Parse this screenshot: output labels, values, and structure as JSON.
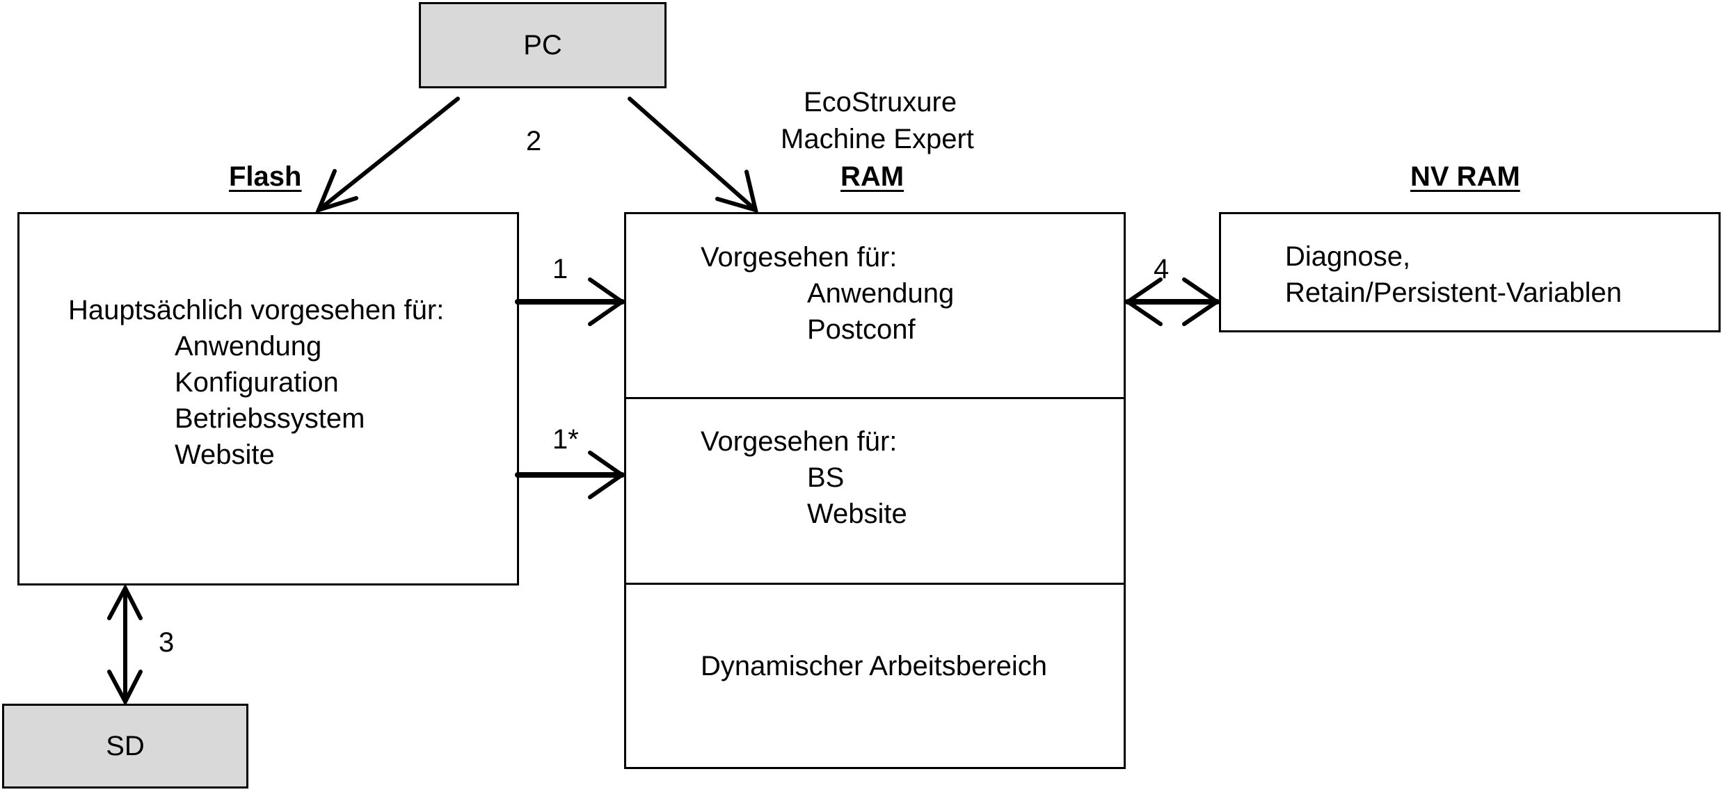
{
  "nodes": {
    "pc": {
      "label": "PC"
    },
    "sd": {
      "label": "SD"
    },
    "flash": {
      "heading": "Flash",
      "title": "Hauptsächlich vorgesehen für:",
      "items": [
        "Anwendung",
        "Konfiguration",
        "Betriebssystem",
        "Website"
      ]
    },
    "ram": {
      "caption_line1": "EcoStruxure",
      "caption_line2": "Machine Expert",
      "heading": "RAM",
      "sections": [
        {
          "title": "Vorgesehen für:",
          "items": [
            "Anwendung",
            "Postconf"
          ]
        },
        {
          "title": "Vorgesehen für:",
          "items": [
            "BS",
            "Website"
          ]
        },
        {
          "title": "Dynamischer Arbeitsbereich",
          "items": []
        }
      ]
    },
    "nvram": {
      "heading": "NV RAM",
      "lines": [
        "Diagnose,",
        "Retain/Persistent-Variablen"
      ]
    }
  },
  "edges": [
    {
      "id": "1",
      "label": "1",
      "from": "flash",
      "to": "ram.section1",
      "direction": "forward"
    },
    {
      "id": "1star",
      "label": "1*",
      "from": "flash",
      "to": "ram.section2",
      "direction": "forward"
    },
    {
      "id": "2",
      "label": "2",
      "from": "pc",
      "to": [
        "flash",
        "ram"
      ],
      "direction": "forward"
    },
    {
      "id": "3",
      "label": "3",
      "from": "flash",
      "to": "sd",
      "direction": "bidirectional"
    },
    {
      "id": "4",
      "label": "4",
      "from": "ram",
      "to": "nvram",
      "direction": "bidirectional"
    }
  ],
  "colors": {
    "device_fill": "#d9d9d9",
    "stroke": "#000000",
    "background": "#ffffff"
  }
}
